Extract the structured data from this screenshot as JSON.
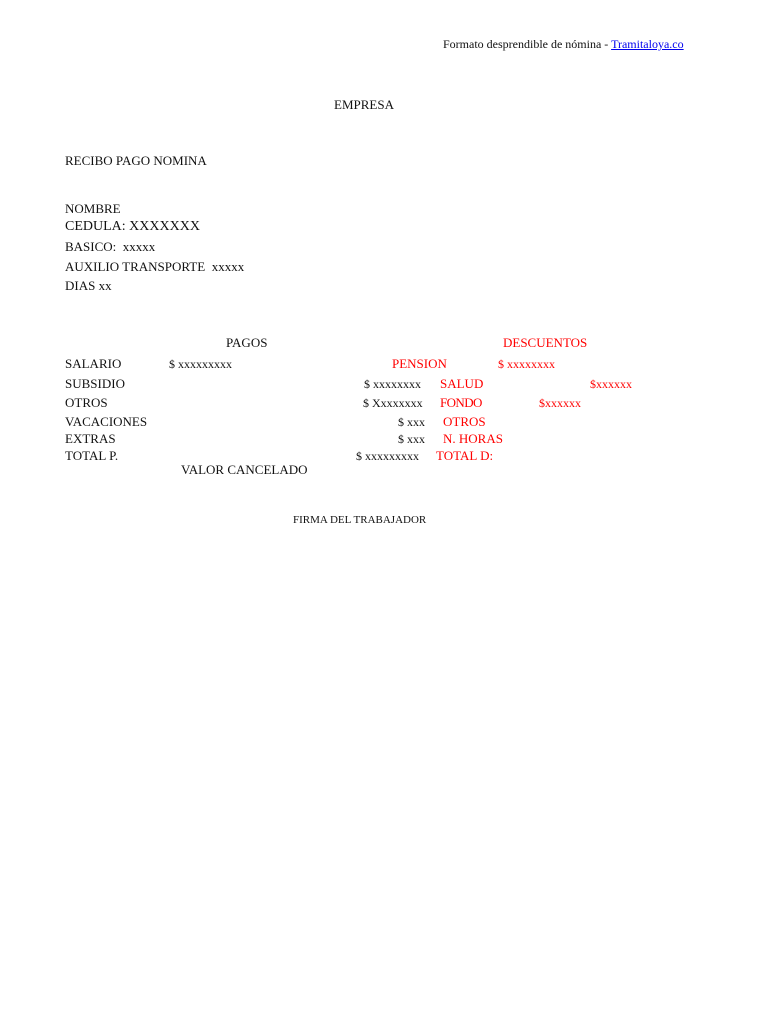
{
  "header": {
    "prefix": "Formato desprendible de nómina - ",
    "link_text": "Tramitaloya.co"
  },
  "document": {
    "company": "EMPRESA",
    "title": "RECIBO PAGO NOMINA"
  },
  "employee": {
    "nombre": "NOMBRE",
    "cedula": "CEDULA: XXXXXXX",
    "basico_label": "BASICO:",
    "basico_value": "xxxxx",
    "auxilio_label": "AUXILIO TRANSPORTE",
    "auxilio_value": "xxxxx",
    "dias": "DIAS xx"
  },
  "pagos": {
    "heading": "PAGOS",
    "rows": [
      {
        "label": "SALARIO",
        "value": "$ xxxxxxxxx"
      },
      {
        "label": "SUBSIDIO",
        "value": "$ xxxxxxxx"
      },
      {
        "label": "OTROS",
        "value": "$ Xxxxxxxx"
      },
      {
        "label": "VACACIONES",
        "value": "$ xxx"
      },
      {
        "label": "EXTRAS",
        "value": "$ xxx"
      },
      {
        "label": "TOTAL P.",
        "value": "$ xxxxxxxxx"
      }
    ]
  },
  "descuentos": {
    "heading": "DESCUENTOS",
    "rows": [
      {
        "label": "PENSION",
        "value": "$ xxxxxxxx"
      },
      {
        "label": "SALUD",
        "value": "$xxxxxx"
      },
      {
        "label": "FONDO",
        "value": "$xxxxxx"
      },
      {
        "label": "OTROS",
        "value": ""
      },
      {
        "label": "N. HORAS",
        "value": ""
      },
      {
        "label": "TOTAL D:",
        "value": ""
      }
    ]
  },
  "footer": {
    "valor_cancelado": "VALOR CANCELADO",
    "firma": "FIRMA DEL TRABAJADOR"
  },
  "colors": {
    "descuentos": "#ff0000",
    "link": "#0000ee",
    "text": "#111111"
  }
}
